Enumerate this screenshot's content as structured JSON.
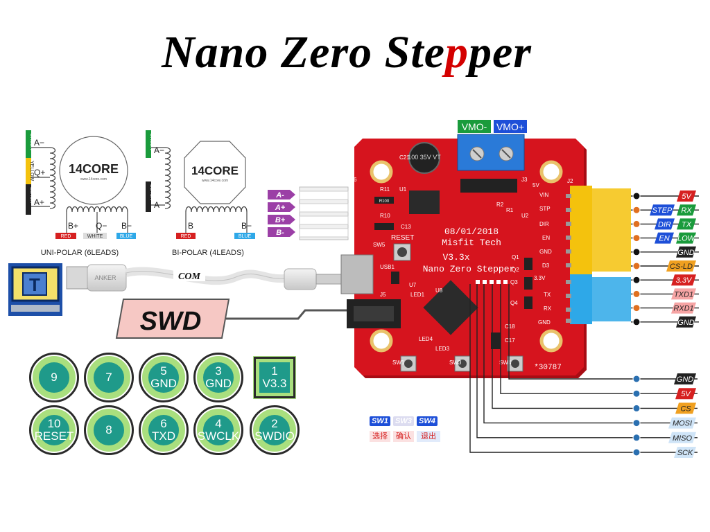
{
  "title": {
    "part1": "Nano Zero Ste",
    "part2": "p",
    "part3": "per"
  },
  "motor_unipolar": {
    "wire_colors": [
      "GREEN",
      "YELLOW",
      "BLACK"
    ],
    "phase_labels": [
      "A−",
      "Q+",
      "A+"
    ],
    "bottom_labels": [
      "B+",
      "Q−",
      "B−"
    ],
    "bottom_colors": [
      "RED",
      "WHITE",
      "BLUE"
    ],
    "logo": "14CORE",
    "logo_sub": "www.14core.com",
    "caption": "UNI-POLAR (6LEADS)"
  },
  "motor_bipolar": {
    "wire_colors": [
      "GREEN",
      "BLACK"
    ],
    "phase_labels": [
      "A−",
      "A"
    ],
    "bottom_labels": [
      "B",
      "B−"
    ],
    "bottom_colors": [
      "RED",
      "BLUE"
    ],
    "logo": "14CORE",
    "logo_sub": "www.14core.com",
    "caption": "BI-POLAR (4LEADS)"
  },
  "motor_pins": [
    "A-",
    "A+",
    "B+",
    "B-"
  ],
  "cable": {
    "brand": "ANKER",
    "label": "COM"
  },
  "computer_icon_letter": "T",
  "swd_label": "SWD",
  "power_terminals": [
    {
      "label": "VMO-",
      "color": "#1a9b3c"
    },
    {
      "label": "VMO+",
      "color": "#1d4fd8"
    }
  ],
  "board": {
    "date": "08/01/2018",
    "maker": "Misfit Tech",
    "version": "V3.3x",
    "name": "Nano Zero Stepper",
    "serial": "*30787",
    "left_silk": [
      "J6",
      "R11",
      "U1",
      "C21",
      "R10",
      "C13",
      "SW5",
      "RESET",
      "USB1",
      "U7",
      "J5",
      "LED1",
      "U8",
      "LED4",
      "LED3",
      "SW1",
      "SW3",
      "SW4"
    ],
    "right_silk": [
      "J3",
      "5V",
      "VIN",
      "J2",
      "STP",
      "DIR",
      "EN",
      "GND",
      "D3",
      "3.3V",
      "TX",
      "RX",
      "GND",
      "Q1",
      "Q2",
      "Q3",
      "Q4",
      "R1",
      "R2",
      "U2",
      "C18",
      "C17"
    ],
    "cap_label": "100 35V VT",
    "res_label": "R100"
  },
  "right_pins": [
    {
      "labels": [
        {
          "t": "5V",
          "c": "#d62020"
        }
      ],
      "dot": "#111111"
    },
    {
      "labels": [
        {
          "t": "STEP",
          "c": "#1d4fd8"
        },
        {
          "t": "RX",
          "c": "#1a9b3c"
        }
      ],
      "dot": "#e07020"
    },
    {
      "labels": [
        {
          "t": "DIR",
          "c": "#1d4fd8"
        },
        {
          "t": "TX",
          "c": "#1a9b3c"
        }
      ],
      "dot": "#e07020"
    },
    {
      "labels": [
        {
          "t": "EN",
          "c": "#1d4fd8"
        },
        {
          "t": "LOW",
          "c": "#1a9b3c"
        }
      ],
      "dot": "#e07020"
    },
    {
      "labels": [
        {
          "t": "GND",
          "c": "#222222"
        }
      ],
      "dot": "#111111"
    },
    {
      "labels": [
        {
          "t": "CS-LD",
          "c": "#f0a020"
        }
      ],
      "dot": "#e07020"
    },
    {
      "labels": [
        {
          "t": "3.3V",
          "c": "#d62020"
        }
      ],
      "dot": "#111111"
    },
    {
      "labels": [
        {
          "t": "TXD1",
          "c": "#f6a4a4"
        }
      ],
      "dot": "#e07020"
    },
    {
      "labels": [
        {
          "t": "RXD1",
          "c": "#f6a4a4"
        }
      ],
      "dot": "#e07020"
    },
    {
      "labels": [
        {
          "t": "GND",
          "c": "#222222"
        }
      ],
      "dot": "#111111"
    }
  ],
  "bottom_pins": [
    {
      "t": "GND",
      "c": "#222222"
    },
    {
      "t": "5V",
      "c": "#d62020"
    },
    {
      "t": "CS",
      "c": "#f0a020"
    },
    {
      "t": "MOSI",
      "c": "#cfe4f7"
    },
    {
      "t": "MISO",
      "c": "#cfe4f7"
    },
    {
      "t": "SCK",
      "c": "#cfe4f7"
    }
  ],
  "swd_pins": [
    {
      "num": "9",
      "name": ""
    },
    {
      "num": "7",
      "name": ""
    },
    {
      "num": "5",
      "name": "GND"
    },
    {
      "num": "3",
      "name": "GND"
    },
    {
      "num": "1",
      "name": "V3.3"
    },
    {
      "num": "10",
      "name": "RESET"
    },
    {
      "num": "8",
      "name": ""
    },
    {
      "num": "6",
      "name": "TXD"
    },
    {
      "num": "4",
      "name": "SWCLK"
    },
    {
      "num": "2",
      "name": "SWDIO"
    }
  ],
  "button_legend": {
    "names": [
      {
        "t": "SW1",
        "c": "#1d4fd8"
      },
      {
        "t": "SW3",
        "c": "#dcdcf0"
      },
      {
        "t": "SW4",
        "c": "#1d4fd8"
      }
    ],
    "actions": [
      "选择",
      "确认",
      "退出"
    ]
  },
  "colors": {
    "board": "#d6141e",
    "board_edge": "#a80c14",
    "pad_ring": "#a9df7e",
    "pad_center": "#1f9a8a",
    "header_yellow": "#f4c20d",
    "header_blue": "#2ea8e8"
  }
}
